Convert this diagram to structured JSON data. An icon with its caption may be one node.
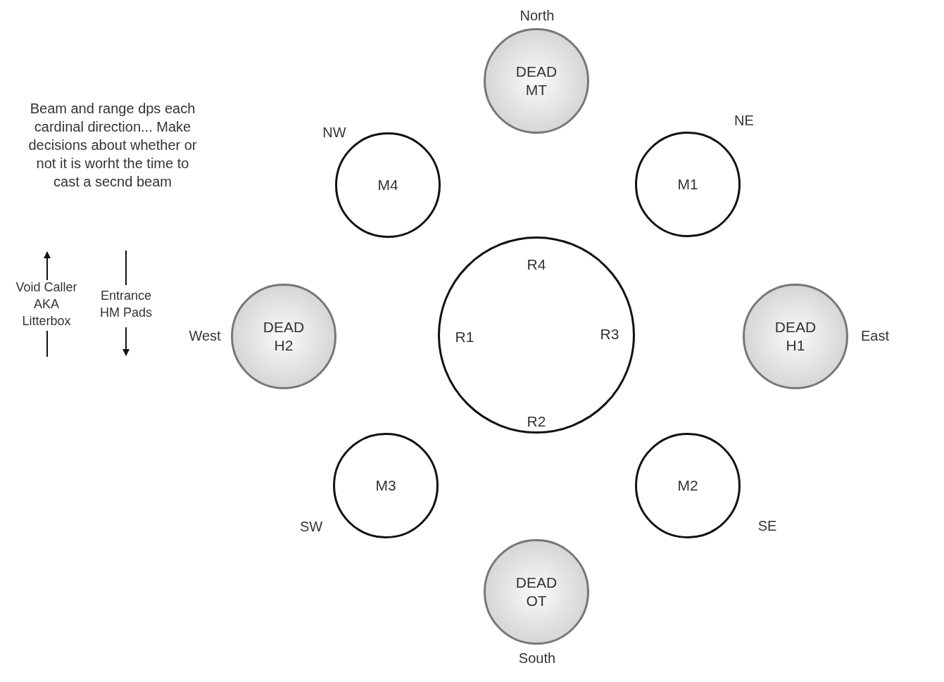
{
  "diagram": {
    "nodes": [
      {
        "text": [
          "DEAD MT"
        ],
        "beside": [
          "North"
        ]
      },
      {
        "text": [
          "M4"
        ],
        "beside": [
          "NW"
        ]
      },
      {
        "text": [
          "M1"
        ],
        "beside": [
          "NE"
        ]
      },
      {
        "text": [
          "R4",
          "R1",
          "R3",
          "R2"
        ]
      },
      {
        "text": [
          "DEAD H2"
        ],
        "beside": [
          "West"
        ]
      },
      {
        "text": [
          "DEAD H1"
        ],
        "beside": [
          "East"
        ]
      },
      {
        "text": [
          "M3"
        ],
        "beside": [
          "SW"
        ]
      },
      {
        "text": [
          "M2"
        ],
        "beside": [
          "SE"
        ]
      },
      {
        "text": [
          "DEAD OT"
        ],
        "beside": [
          "South"
        ]
      }
    ],
    "edges": [],
    "labels": [
      "Beam and range dps each cardinal direction... Make decisions about whether or not it is worht the time to cast a secnd beam",
      "Void Caller AKA Litterbox",
      "Entrance HM Pads"
    ]
  }
}
